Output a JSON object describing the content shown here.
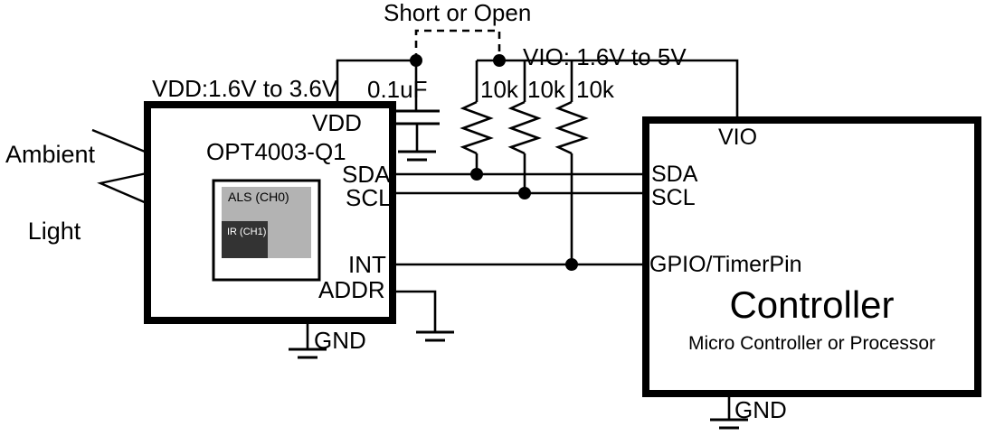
{
  "diagram": {
    "title": "OPT4003-Q1 ambient light sensor typical application circuit",
    "colors": {
      "wire": "#000000",
      "background": "#ffffff",
      "als_fill": "#b3b3b3",
      "ir_fill": "#333333",
      "ir_text": "#ffffff",
      "die_border": "#000000"
    }
  },
  "annotations": {
    "ambient_light_line1": "Ambient",
    "ambient_light_line2": "Light",
    "vdd_supply": "VDD:1.6V to 3.6V",
    "short_or_open": "Short or Open",
    "vio_supply": "VIO: 1.6V to 5V"
  },
  "components": {
    "capacitor": {
      "label": "0.1uF"
    },
    "resistors": [
      {
        "label": "10k"
      },
      {
        "label": "10k"
      },
      {
        "label": "10k"
      }
    ]
  },
  "sensor": {
    "part_number": "OPT4003-Q1",
    "die": {
      "als_label": "ALS (CH0)",
      "ir_label": "IR (CH1)"
    },
    "pins": {
      "vdd": "VDD",
      "sda": "SDA",
      "scl": "SCL",
      "int": "INT",
      "addr": "ADDR",
      "gnd": "GND"
    }
  },
  "controller": {
    "title": "Controller",
    "subtitle": "Micro Controller or Processor",
    "pins": {
      "vio": "VIO",
      "sda": "SDA",
      "scl": "SCL",
      "gpio": "GPIO/TimerPin",
      "gnd": "GND"
    }
  }
}
